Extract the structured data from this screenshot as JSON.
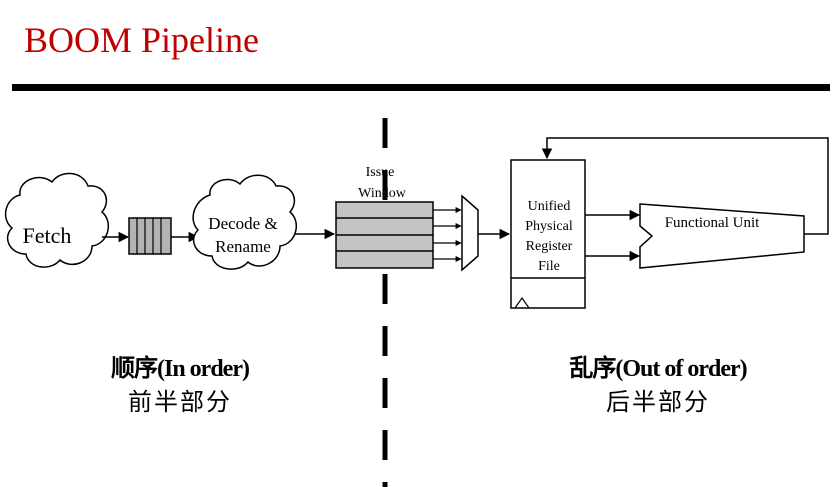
{
  "page": {
    "title": "BOOM Pipeline",
    "title_color": "#c00000"
  },
  "diagram": {
    "fetch": "Fetch",
    "decode_line1": "Decode &",
    "decode_line2": "Rename",
    "issue_line1": "Issue",
    "issue_line2": "Window",
    "regfile_line1": "Unified",
    "regfile_line2": "Physical",
    "regfile_line3": "Register",
    "regfile_line4": "File",
    "functional_unit": "Functional Unit"
  },
  "sections": {
    "in_order_heading": "顺序(In order)",
    "in_order_sub": "前半部分",
    "out_of_order_heading": "乱序(Out of order)",
    "out_of_order_sub": "后半部分"
  }
}
